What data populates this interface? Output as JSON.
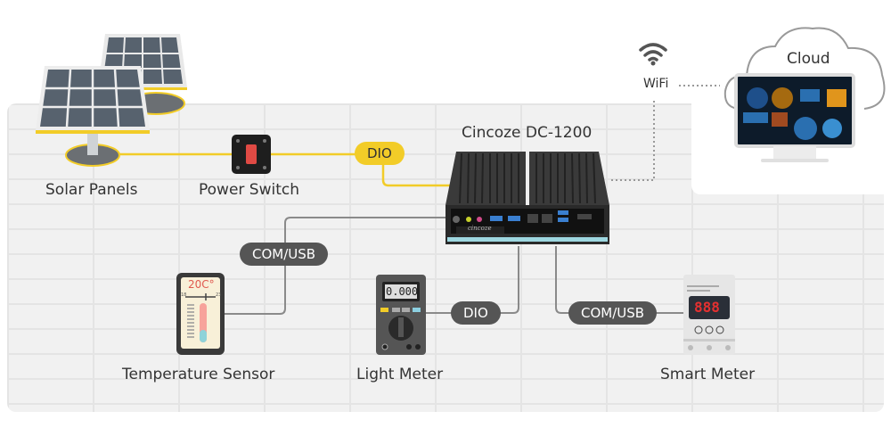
{
  "diagram": {
    "nodes": {
      "solar_panels": {
        "label": "Solar Panels"
      },
      "power_switch": {
        "label": "Power Switch"
      },
      "controller": {
        "label": "Cincoze DC-1200",
        "brand_mark": "cincoze"
      },
      "wifi": {
        "label": "WiFi"
      },
      "cloud": {
        "label": "Cloud"
      },
      "temperature_sensor": {
        "label": "Temperature Sensor",
        "reading": "20C°",
        "scale_min": "18",
        "scale_max": "23"
      },
      "light_meter": {
        "label": "Light Meter",
        "display": "0.000"
      },
      "smart_meter": {
        "label": "Smart Meter",
        "display": "888"
      }
    },
    "connections": [
      {
        "from": "Solar Panels",
        "to": "Power Switch",
        "style": "yellow-line"
      },
      {
        "from": "Power Switch",
        "to": "Cincoze DC-1200",
        "label": "DIO",
        "style": "yellow-line"
      },
      {
        "from": "Cincoze DC-1200",
        "to": "WiFi",
        "style": "dotted"
      },
      {
        "from": "WiFi",
        "to": "Cloud",
        "style": "dotted"
      },
      {
        "from": "Cincoze DC-1200",
        "to": "Temperature Sensor",
        "label": "COM/USB",
        "style": "gray-line"
      },
      {
        "from": "Cincoze DC-1200",
        "to": "Light Meter",
        "label": "DIO",
        "style": "gray-line"
      },
      {
        "from": "Cincoze DC-1200",
        "to": "Smart Meter",
        "label": "COM/USB",
        "style": "gray-line"
      }
    ],
    "badges": {
      "dio_top": "DIO",
      "com_usb_left": "COM/USB",
      "dio_bottom": "DIO",
      "com_usb_right": "COM/USB"
    },
    "colors": {
      "power_line": "#f2cc28",
      "data_line": "#8a8a8a",
      "badge_dark": "#555555",
      "badge_yellow": "#f2cc28"
    }
  }
}
